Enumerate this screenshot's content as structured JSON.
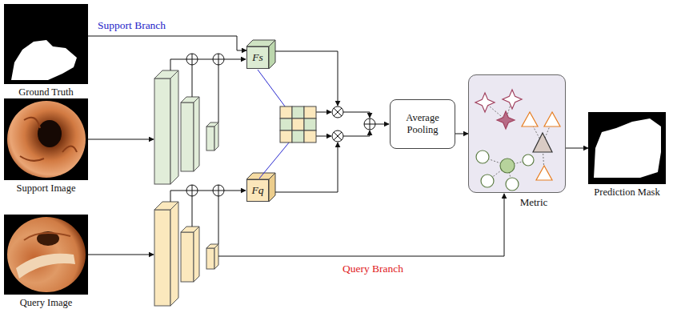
{
  "diagram": {
    "nodes": [
      {
        "text": [
          "Ground Truth"
        ]
      },
      {
        "text": [
          "Support Image"
        ]
      },
      {
        "text": [
          "Query Image"
        ]
      },
      {
        "text": [
          "Fs"
        ]
      },
      {
        "text": [
          "Fq"
        ]
      },
      {
        "text": [
          "Average Pooling"
        ]
      },
      {
        "text": [
          "Metric"
        ]
      },
      {
        "text": [
          "Prediction Mask"
        ]
      }
    ],
    "edges": [
      {
        "from": 0,
        "to": 3,
        "arrow": "to"
      },
      {
        "from": 5,
        "to": 6,
        "arrow": "to"
      },
      {
        "from": 6,
        "to": 7,
        "arrow": "to"
      }
    ],
    "labels": [
      "Support Branch",
      "Query Branch"
    ]
  }
}
